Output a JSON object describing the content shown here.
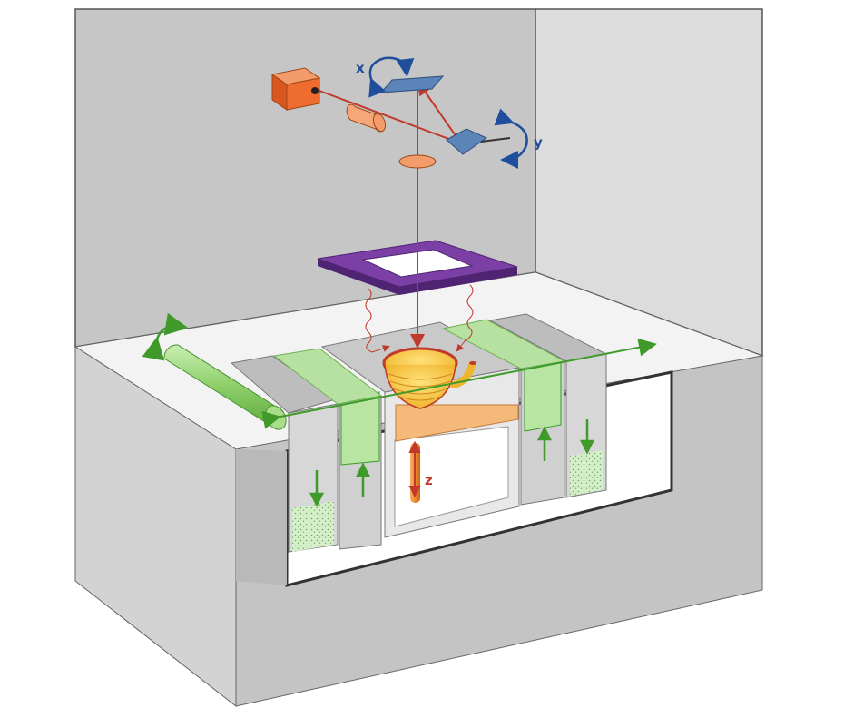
{
  "axis_labels": {
    "x": "x",
    "y": "y",
    "z": "z"
  },
  "colors": {
    "chamber_back": "#c8c8c8",
    "chamber_side": "#d9d9d9",
    "chamber_floor": "#f4f4f4",
    "base_front": "#cfcfcf",
    "base_right": "#bdbdbd",
    "laser_source": "#ef6c2f",
    "laser_beam": "#c0392b",
    "lens": "#f39c6b",
    "mirror": "#5b84b8",
    "scan_arrows": "#1f4e9b",
    "heater_frame": "#7b3fa6",
    "heater_frame_dark": "#4f2472",
    "powder_green": "#b6e3a4",
    "roller_green": "#8fd06b",
    "recoater_arrow": "#3f9a2a",
    "part": "#f6c84a",
    "part_outline": "#c0392b",
    "build_platform": "#f5b97a",
    "z_piston": "#f08a2a"
  }
}
